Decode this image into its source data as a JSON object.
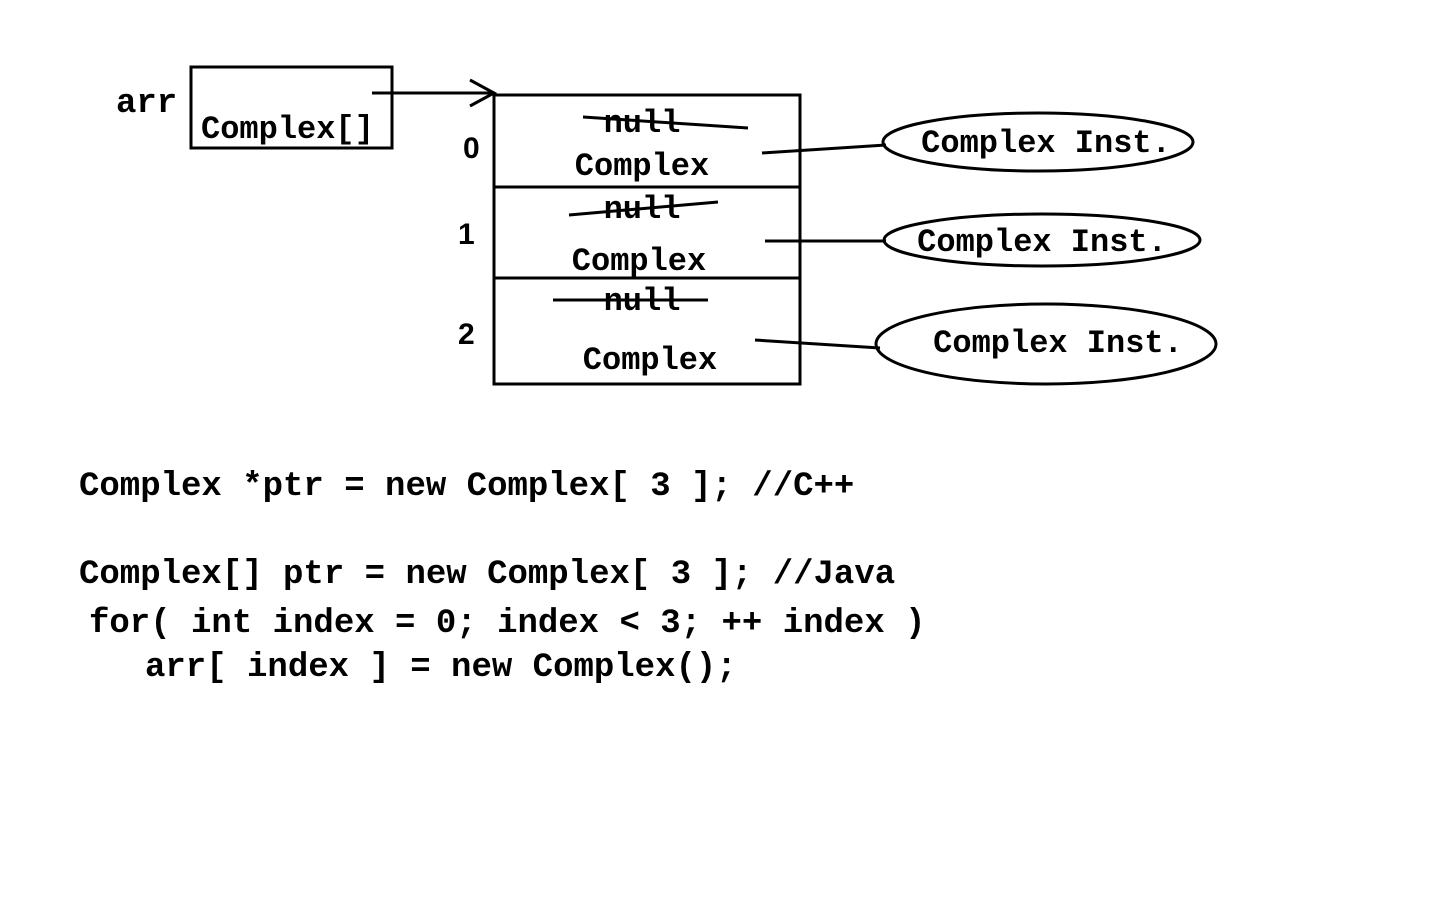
{
  "variable": {
    "name": "arr",
    "type": "Complex[]"
  },
  "array": {
    "cells": [
      {
        "index": "0",
        "old_value": "null",
        "type": "Complex",
        "instance": "Complex Inst."
      },
      {
        "index": "1",
        "old_value": "null",
        "type": "Complex",
        "instance": "Complex Inst."
      },
      {
        "index": "2",
        "old_value": "null",
        "type": "Complex",
        "instance": "Complex Inst."
      }
    ]
  },
  "code": {
    "cpp_line": "Complex *ptr = new Complex[ 3 ]; //C++",
    "java_line": "Complex[] ptr = new Complex[ 3 ]; //Java",
    "for_line": "for( int index = 0; index < 3; ++ index )",
    "assign_line": "arr[ index ] = new Complex();"
  }
}
